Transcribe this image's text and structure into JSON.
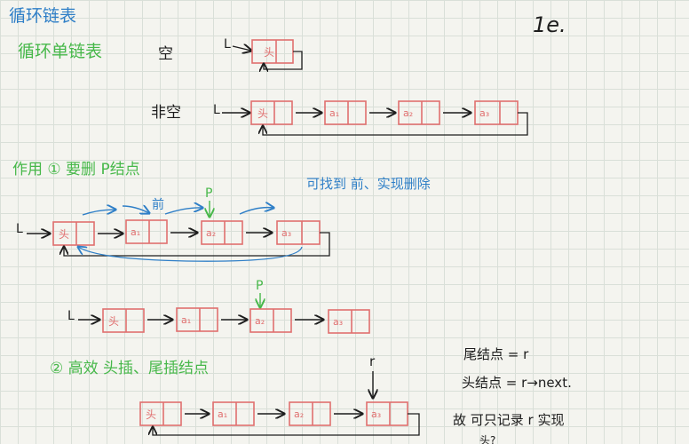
{
  "title": "循环链表",
  "subtitle": "循环单链表",
  "page_number": "1e.",
  "labels": {
    "empty": "空",
    "nonempty": "非空",
    "L": "L",
    "front": "前",
    "p": "P",
    "r": "r"
  },
  "node_text": {
    "head": "头",
    "a1": "a₁",
    "a2": "a₂",
    "a3": "a₃"
  },
  "notes": {
    "effect1": "作用 ① 要删 P结点",
    "find_front": "可找到 前、实现删除",
    "effect2": "② 高效 头插、尾插结点",
    "tail_node": "尾结点 = r",
    "head_node": "头结点 = r→next.",
    "only_record": "故 可只记录 r 实现",
    "cut_off": "头?"
  },
  "colors": {
    "blue": "#2f7fc7",
    "green": "#47b84a",
    "node": "#e06f6f",
    "ink": "#1d1d1d"
  }
}
